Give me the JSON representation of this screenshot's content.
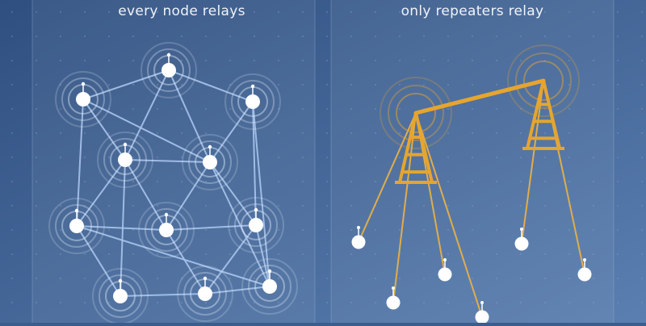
{
  "panels": {
    "left": {
      "title": "every node relays"
    },
    "right": {
      "title": "only repeaters relay"
    }
  },
  "colors": {
    "background_dark": "#2f4f80",
    "background_light": "#5a7fb0",
    "mesh_link": "#a9c4ec",
    "mesh_node": "#ffffff",
    "repeater": "#e6a52e",
    "client_link": "#e0ad4a"
  },
  "mesh": {
    "nodes": [
      {
        "id": "n1"
      },
      {
        "id": "n2"
      },
      {
        "id": "n3"
      },
      {
        "id": "n4"
      },
      {
        "id": "n5"
      },
      {
        "id": "n6"
      },
      {
        "id": "n7"
      },
      {
        "id": "n8"
      },
      {
        "id": "n9"
      },
      {
        "id": "n10"
      },
      {
        "id": "n11"
      }
    ],
    "links": [
      [
        "n1",
        "n2"
      ],
      [
        "n2",
        "n3"
      ],
      [
        "n1",
        "n4"
      ],
      [
        "n1",
        "n5"
      ],
      [
        "n2",
        "n4"
      ],
      [
        "n2",
        "n5"
      ],
      [
        "n3",
        "n5"
      ],
      [
        "n3",
        "n8"
      ],
      [
        "n3",
        "n11"
      ],
      [
        "n1",
        "n6"
      ],
      [
        "n4",
        "n5"
      ],
      [
        "n4",
        "n6"
      ],
      [
        "n4",
        "n7"
      ],
      [
        "n4",
        "n9"
      ],
      [
        "n5",
        "n7"
      ],
      [
        "n5",
        "n8"
      ],
      [
        "n6",
        "n7"
      ],
      [
        "n6",
        "n9"
      ],
      [
        "n7",
        "n8"
      ],
      [
        "n7",
        "n10"
      ],
      [
        "n8",
        "n10"
      ],
      [
        "n8",
        "n11"
      ],
      [
        "n9",
        "n10"
      ],
      [
        "n10",
        "n11"
      ],
      [
        "n6",
        "n11"
      ],
      [
        "n5",
        "n11"
      ]
    ]
  },
  "star": {
    "repeaters": [
      {
        "id": "r1"
      },
      {
        "id": "r2"
      }
    ],
    "backbone": [
      [
        "r1",
        "r2"
      ]
    ],
    "clients": [
      {
        "id": "c1",
        "repeater": "r1"
      },
      {
        "id": "c2",
        "repeater": "r1"
      },
      {
        "id": "c3",
        "repeater": "r1"
      },
      {
        "id": "c4",
        "repeater": "r1"
      },
      {
        "id": "c5",
        "repeater": "r2"
      },
      {
        "id": "c6",
        "repeater": "r2"
      }
    ]
  }
}
